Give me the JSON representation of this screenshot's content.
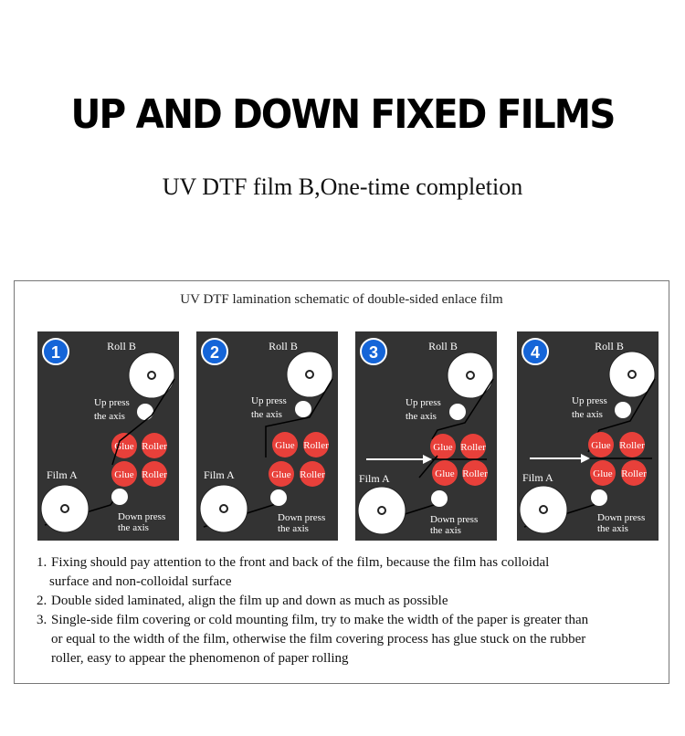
{
  "header": {
    "title": "UP AND DOWN FIXED FILMS",
    "subtitle": "UV DTF film B,One-time completion"
  },
  "schematic": {
    "title": "UV DTF lamination schematic of double-sided enlace film",
    "steps": [
      {
        "number": "1",
        "roll_b": "Roll B",
        "up_press_1": "Up press",
        "up_press_2": "the axis",
        "film_a": "Film A",
        "down_press_1": "Down press",
        "down_press_2": "the axis",
        "glue_top": "Glue",
        "roller_top": "Roller",
        "glue_bottom": "Glue",
        "roller_bottom": "Roller"
      },
      {
        "number": "2",
        "roll_b": "Roll B",
        "up_press_1": "Up press",
        "up_press_2": "the axis",
        "film_a": "Film A",
        "down_press_1": "Down press",
        "down_press_2": "the axis",
        "glue_top": "Glue",
        "roller_top": "Roller",
        "glue_bottom": "Glue",
        "roller_bottom": "Roller"
      },
      {
        "number": "3",
        "roll_b": "Roll B",
        "up_press_1": "Up press",
        "up_press_2": "the axis",
        "film_a": "Film A",
        "down_press_1": "Down press",
        "down_press_2": "the axis",
        "glue_top": "Glue",
        "roller_top": "Roller",
        "glue_bottom": "Glue",
        "roller_bottom": "Roller"
      },
      {
        "number": "4",
        "roll_b": "Roll B",
        "up_press_1": "Up press",
        "up_press_2": "the axis",
        "film_a": "Film A",
        "down_press_1": "Down press",
        "down_press_2": "the axis",
        "glue_top": "Glue",
        "roller_top": "Roller",
        "glue_bottom": "Glue",
        "roller_bottom": "Roller"
      }
    ],
    "notes": [
      {
        "num": "1.",
        "line1": "Fixing should pay attention to the front and back of the film, because the film has colloidal",
        "line2": "surface and non-colloidal surface"
      },
      {
        "num": "2.",
        "line1": "Double sided laminated, align the film up and down as much as possible"
      },
      {
        "num": "3.",
        "line1": "Single-side film covering or cold mounting film, try to make the width of the paper is greater than",
        "line2": "or equal to the width of the film, otherwise the film covering process has glue stuck on the rubber",
        "line3": "roller, easy to appear the phenomenon of paper rolling"
      }
    ]
  },
  "colors": {
    "panel_bg": "#333333",
    "badge_blue": "#1565d8",
    "roller_red": "#e8403a",
    "roll_white": "#ffffff"
  }
}
